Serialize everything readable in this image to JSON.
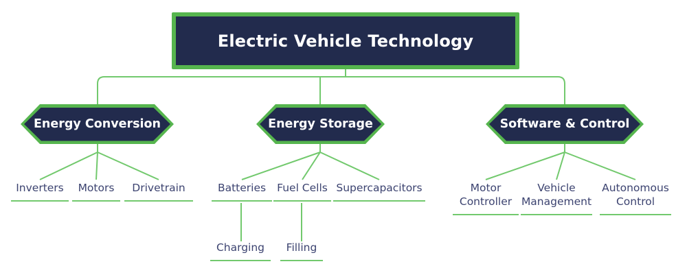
{
  "colors": {
    "shape_border_green": "#56b54e",
    "connector_green": "#72c96d",
    "node_fill_navy": "#222b4d",
    "leaf_text_navy": "#3c4370",
    "node_text_white": "#ffffff",
    "background": "#ffffff"
  },
  "root": {
    "label": "Electric Vehicle Technology"
  },
  "branches": [
    {
      "label": "Energy Conversion",
      "children": [
        {
          "label": "Inverters"
        },
        {
          "label": "Motors"
        },
        {
          "label": "Drivetrain"
        }
      ]
    },
    {
      "label": "Energy Storage",
      "children": [
        {
          "label": "Batteries",
          "children": [
            {
              "label": "Charging"
            }
          ]
        },
        {
          "label": "Fuel Cells",
          "children": [
            {
              "label": "Filling"
            }
          ]
        },
        {
          "label": "Supercapacitors"
        }
      ]
    },
    {
      "label": "Software & Control",
      "children": [
        {
          "label": "Motor Controller"
        },
        {
          "label": "Vehicle Management"
        },
        {
          "label": "Autonomous Control"
        }
      ]
    }
  ]
}
